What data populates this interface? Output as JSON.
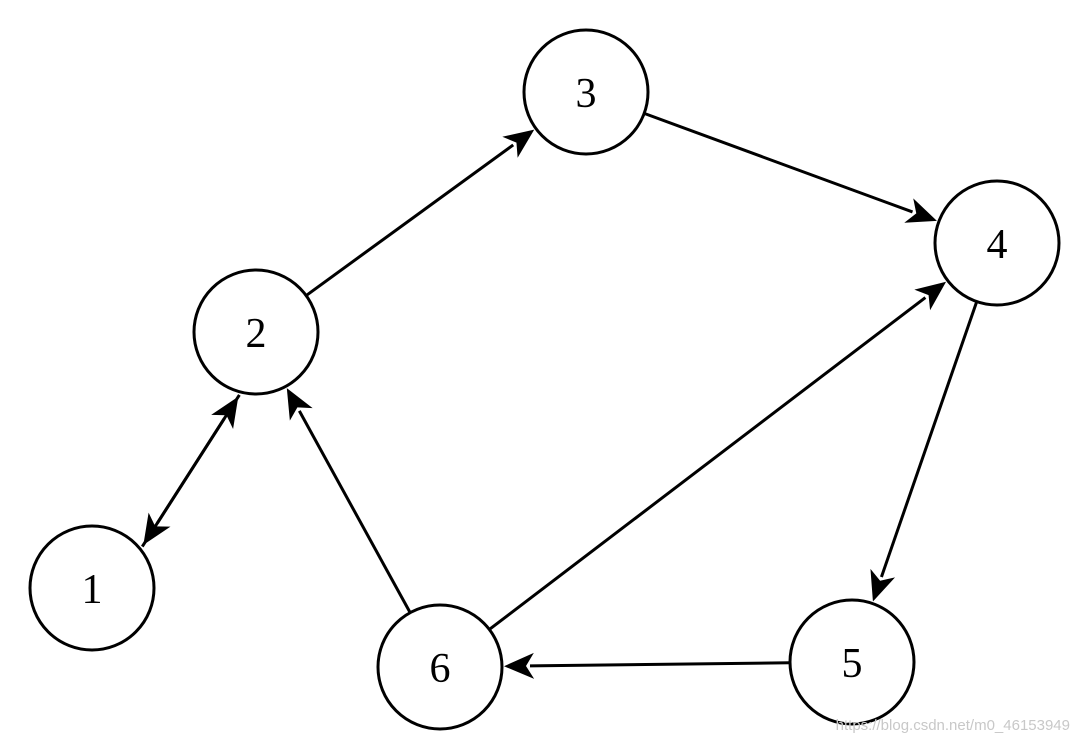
{
  "diagram": {
    "nodes": [
      {
        "id": "1",
        "label": "1"
      },
      {
        "id": "2",
        "label": "2"
      },
      {
        "id": "3",
        "label": "3"
      },
      {
        "id": "4",
        "label": "4"
      },
      {
        "id": "5",
        "label": "5"
      },
      {
        "id": "6",
        "label": "6"
      }
    ],
    "edges": [
      {
        "from": "1",
        "to": "2"
      },
      {
        "from": "2",
        "to": "1"
      },
      {
        "from": "2",
        "to": "3"
      },
      {
        "from": "3",
        "to": "4"
      },
      {
        "from": "4",
        "to": "5"
      },
      {
        "from": "5",
        "to": "6"
      },
      {
        "from": "6",
        "to": "2"
      },
      {
        "from": "6",
        "to": "4"
      }
    ],
    "colors": {
      "stroke": "#000000",
      "fill": "#ffffff",
      "watermark": "#c8c8c8"
    }
  },
  "watermark": "https://blog.csdn.net/m0_46153949"
}
